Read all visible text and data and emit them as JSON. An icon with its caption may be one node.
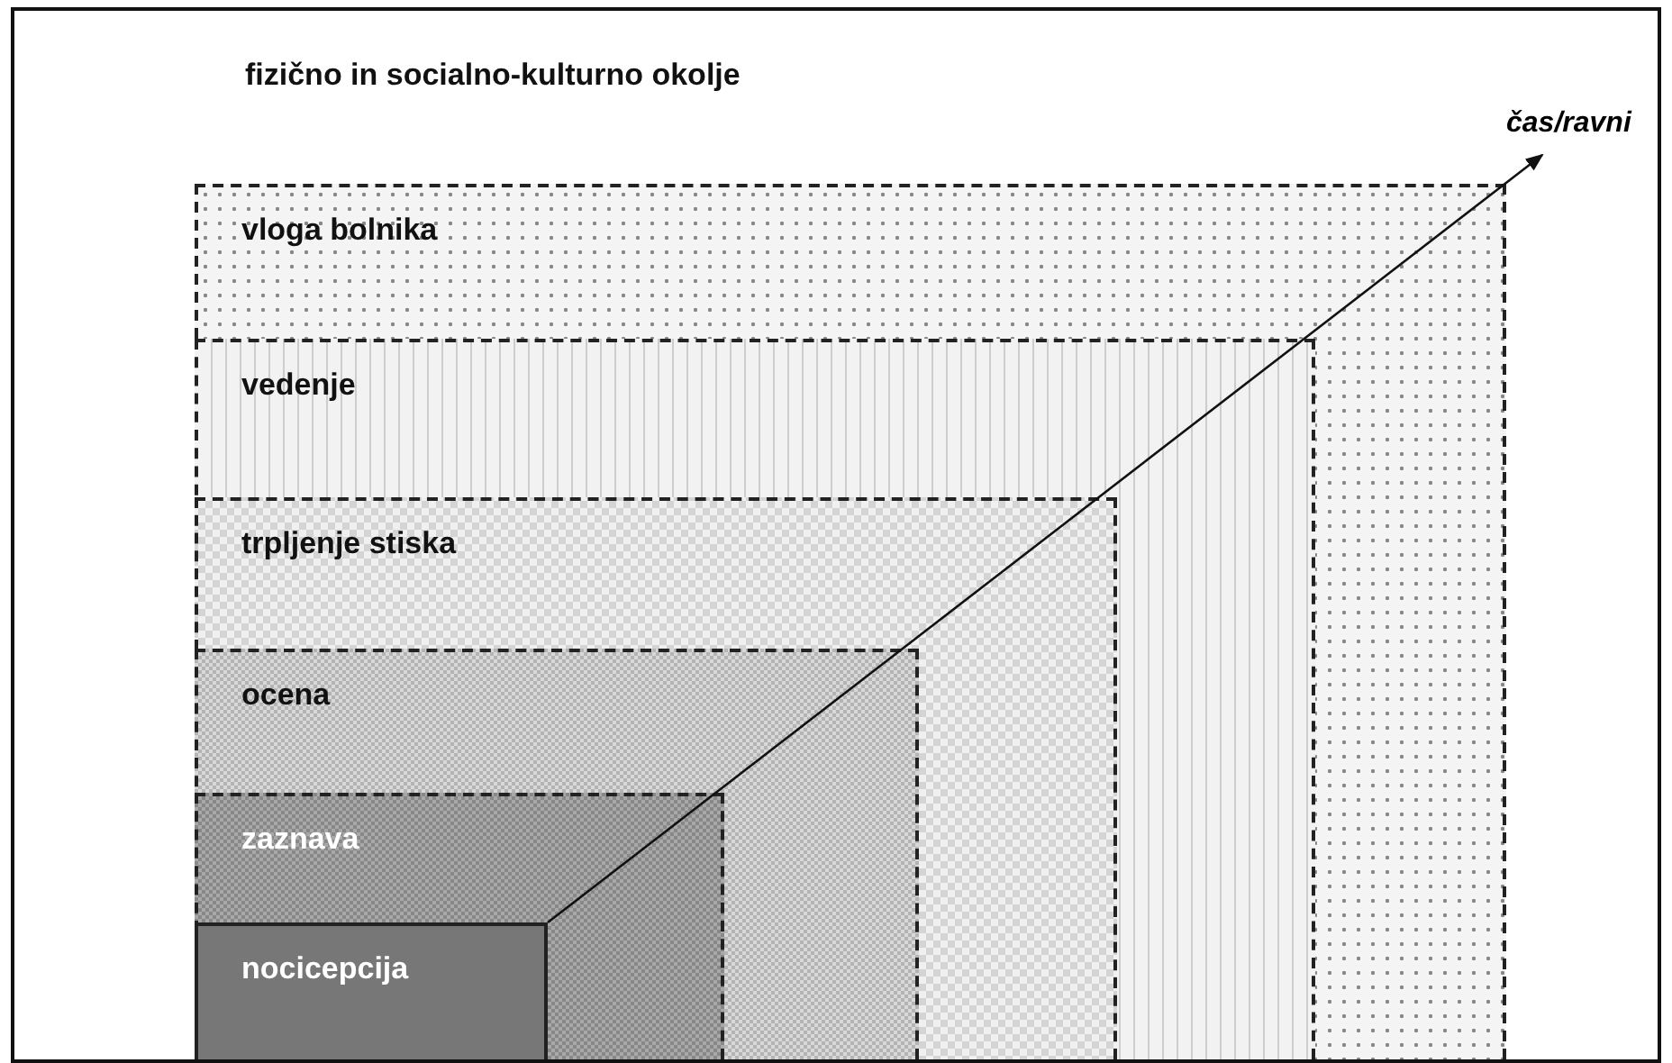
{
  "diagram": {
    "nodes": [
      {
        "text": [
          "fizično in socialno-kulturno okolje"
        ]
      },
      {
        "text": [
          "vloga bolnika"
        ],
        "in": 0
      },
      {
        "text": [
          "vedenje"
        ],
        "in": 1
      },
      {
        "text": [
          "trpljenje stiska"
        ],
        "in": 2
      },
      {
        "text": [
          "ocena"
        ],
        "in": 3
      },
      {
        "text": [
          "zaznava"
        ],
        "in": 4
      },
      {
        "text": [
          "nocicepcija"
        ],
        "in": 5
      }
    ],
    "labels": [
      "čas/ravni"
    ]
  }
}
